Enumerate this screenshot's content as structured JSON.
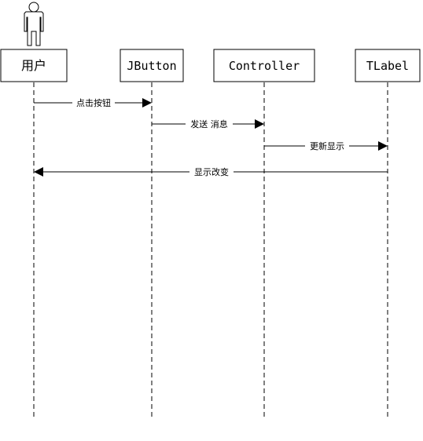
{
  "participants": [
    {
      "id": "user",
      "label": "用户",
      "icon": "person-icon"
    },
    {
      "id": "jbutton",
      "label": "JButton"
    },
    {
      "id": "controller",
      "label": "Controller"
    },
    {
      "id": "tlabel",
      "label": "TLabel"
    }
  ],
  "messages": [
    {
      "from": "user",
      "to": "jbutton",
      "label": "点击按钮"
    },
    {
      "from": "jbutton",
      "to": "controller",
      "label": "发送 消息"
    },
    {
      "from": "controller",
      "to": "tlabel",
      "label": "更新显示"
    },
    {
      "from": "tlabel",
      "to": "user",
      "label": "显示改变"
    }
  ]
}
